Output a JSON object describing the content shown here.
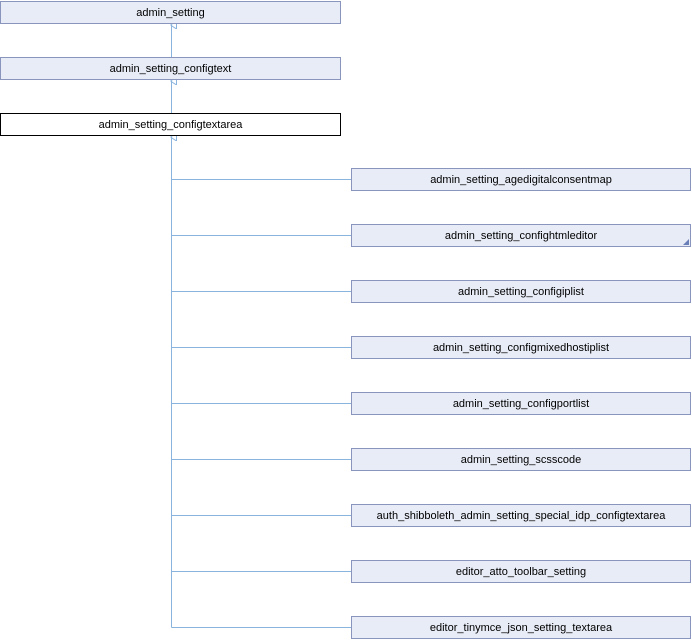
{
  "accent_color": "#8ab4de",
  "node_fill": "#e8ecf7",
  "node_border": "#8a95bd",
  "ancestors": [
    {
      "id": "admin-setting",
      "label": "admin_setting"
    },
    {
      "id": "admin-setting-configtext",
      "label": "admin_setting_configtext"
    }
  ],
  "current": {
    "id": "admin-setting-configtextarea",
    "label": "admin_setting_configtextarea"
  },
  "children": [
    {
      "id": "admin-setting-agedigitalconsentmap",
      "label": "admin_setting_agedigitalconsentmap",
      "has_more": false
    },
    {
      "id": "admin-setting-confightmleditor",
      "label": "admin_setting_confightmleditor",
      "has_more": true
    },
    {
      "id": "admin-setting-configiplist",
      "label": "admin_setting_configiplist",
      "has_more": false
    },
    {
      "id": "admin-setting-configmixedhostiplist",
      "label": "admin_setting_configmixedhostiplist",
      "has_more": false
    },
    {
      "id": "admin-setting-configportlist",
      "label": "admin_setting_configportlist",
      "has_more": false
    },
    {
      "id": "admin-setting-scsscode",
      "label": "admin_setting_scsscode",
      "has_more": false
    },
    {
      "id": "auth-shibboleth-admin-setting-special-idp-configtextarea",
      "label": "auth_shibboleth_admin_setting_special_idp_configtextarea",
      "has_more": false
    },
    {
      "id": "editor-atto-toolbar-setting",
      "label": "editor_atto_toolbar_setting",
      "has_more": false
    },
    {
      "id": "editor-tinymce-json-setting-textarea",
      "label": "editor_tinymce_json_setting_textarea",
      "has_more": false
    }
  ]
}
